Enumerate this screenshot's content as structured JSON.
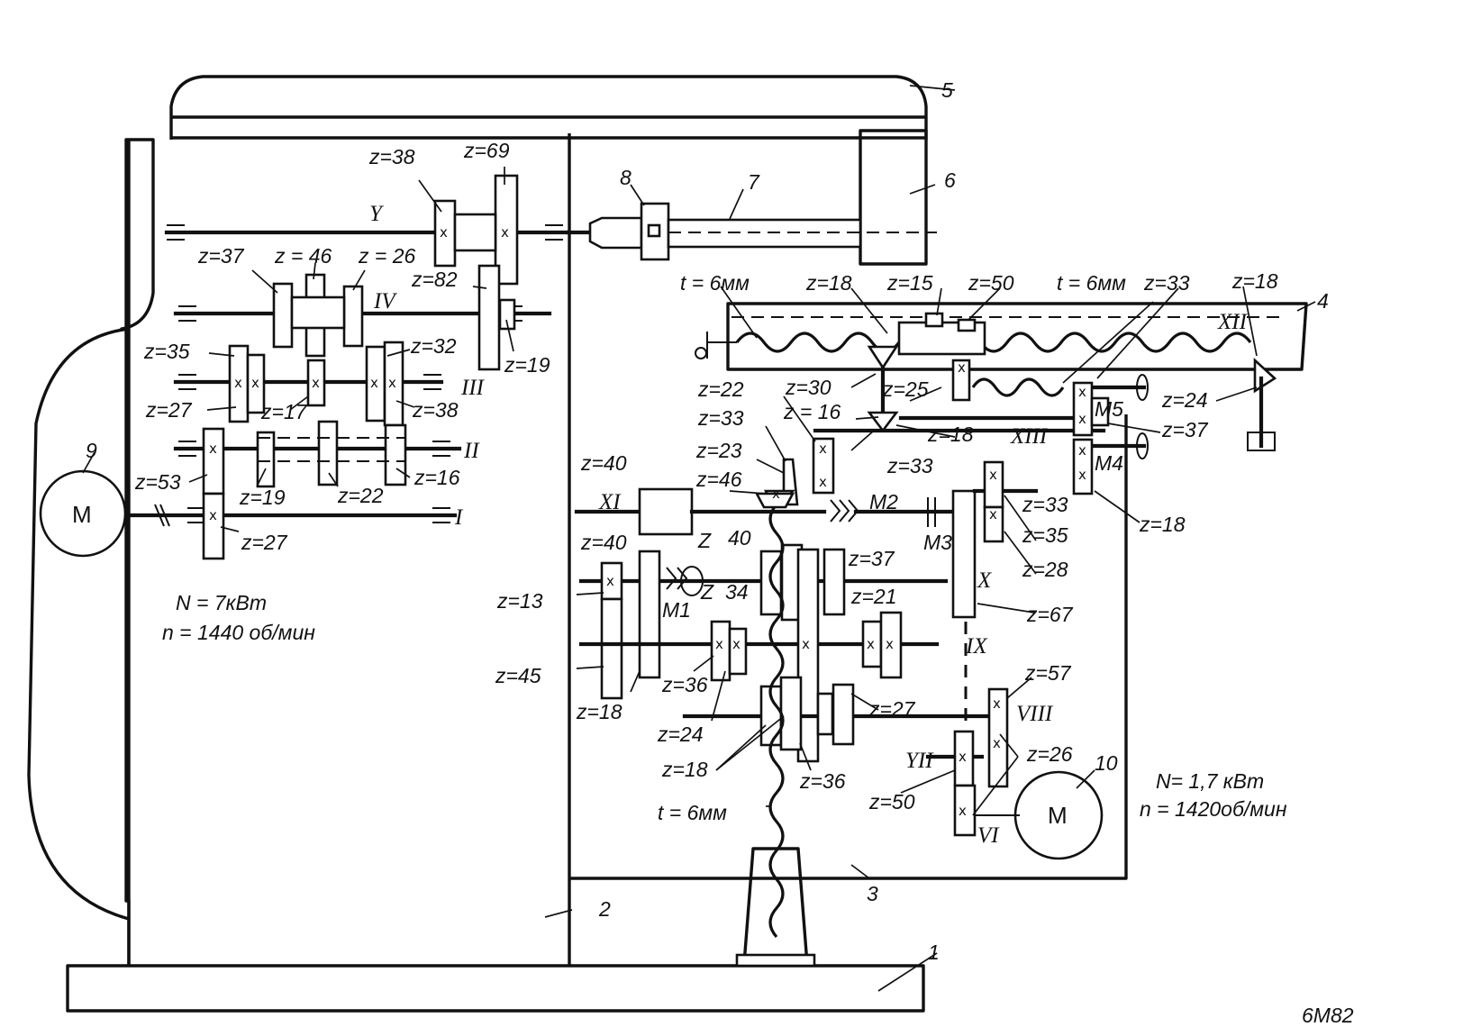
{
  "part_numbers": [
    "1",
    "2",
    "3",
    "4",
    "5",
    "6",
    "7",
    "8",
    "9",
    "10"
  ],
  "shafts": [
    "I",
    "II",
    "III",
    "IV",
    "Y",
    "IX",
    "X",
    "XI",
    "XII",
    "XIII",
    "YII",
    "VIII",
    "VI"
  ],
  "gears_main": [
    "z=38",
    "z=69",
    "z=37",
    "z = 46",
    "z = 26",
    "z=82",
    "z=35",
    "z=32",
    "z=19",
    "z=27",
    "z=17",
    "z=38",
    "z=53",
    "z=19",
    "z=22",
    "z=16",
    "z=27"
  ],
  "gears_feed": [
    "z=18",
    "z=15",
    "z=50",
    "z=33",
    "z=18",
    "z=22",
    "z=30",
    "z=25",
    "z=33",
    "z = 16",
    "z=18",
    "z=24",
    "z=37",
    "z=23",
    "z=46",
    "z=33",
    "z=40",
    "z=33",
    "z=35",
    "z=40",
    "z=37",
    "z=28",
    "z=13",
    "z=21",
    "z=67",
    "z=45",
    "z=36",
    "z=57",
    "z=18",
    "z=24",
    "z=27",
    "z=26",
    "z=18",
    "z=36",
    "z=50",
    "z=18"
  ],
  "gear_z_labels": [
    "Z",
    "40",
    "Z",
    "34"
  ],
  "clutches": [
    "M1",
    "M2",
    "M3",
    "M4",
    "M5"
  ],
  "pitch_labels": [
    "t = 6мм",
    "t = 6мм",
    "t = 6мм"
  ],
  "main_motor": {
    "symbol": "M",
    "power": "N = 7кВт",
    "speed": "n = 1440 об/мин"
  },
  "feed_motor": {
    "symbol": "M",
    "power": "N= 1,7 кВт",
    "speed": "n = 1420об/мин"
  },
  "caption_fragment": "6M82"
}
